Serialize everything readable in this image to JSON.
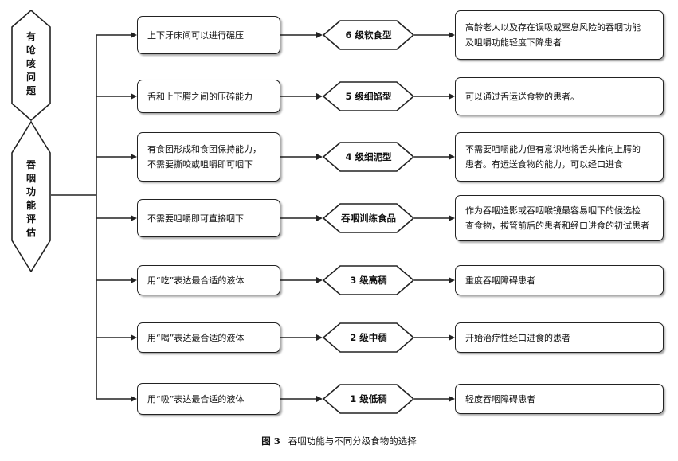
{
  "left": {
    "top_label": [
      "有",
      "呛",
      "咳",
      "问",
      "题"
    ],
    "bottom_label": [
      "吞",
      "咽",
      "功",
      "能",
      "评",
      "估"
    ]
  },
  "rows": [
    {
      "criterion": [
        "上下牙床间可以进行碾压"
      ],
      "level": "6 级软食型",
      "description": [
        "高龄老人以及存在误吸或窒息风险的吞咽功能",
        "及咀嚼功能轻度下降患者"
      ]
    },
    {
      "criterion": [
        "舌和上下腭之间的压碎能力"
      ],
      "level": "5 级细馅型",
      "description": [
        "可以通过舌运送食物的患者。"
      ]
    },
    {
      "criterion": [
        "有食团形成和食团保持能力，",
        "不需要撕咬或咀嚼即可咽下"
      ],
      "level": "4 级细泥型",
      "description": [
        "不需要咀嚼能力但有意识地将舌头推向上腭的",
        "患者。有运送食物的能力，可以经口进食"
      ]
    },
    {
      "criterion": [
        "不需要咀嚼即可直接咽下"
      ],
      "level": "吞咽训练食品",
      "description": [
        "作为吞咽造影或吞咽喉镜最容易咽下的候选检",
        "查食物，拔管前后的患者和经口进食的初试患者"
      ]
    },
    {
      "criterion": [
        "用“吃”表达最合适的液体"
      ],
      "level": "3 级高稠",
      "description": [
        "重度吞咽障碍患者"
      ]
    },
    {
      "criterion": [
        "用“喝”表达最合适的液体"
      ],
      "level": "2 级中稠",
      "description": [
        "开始治疗性经口进食的患者"
      ]
    },
    {
      "criterion": [
        "用“吸”表达最合适的液体"
      ],
      "level": "1 级低稠",
      "description": [
        "轻度吞咽障碍患者"
      ]
    }
  ],
  "caption": {
    "figure": "图 3",
    "text": "吞咽功能与不同分级食物的选择"
  }
}
